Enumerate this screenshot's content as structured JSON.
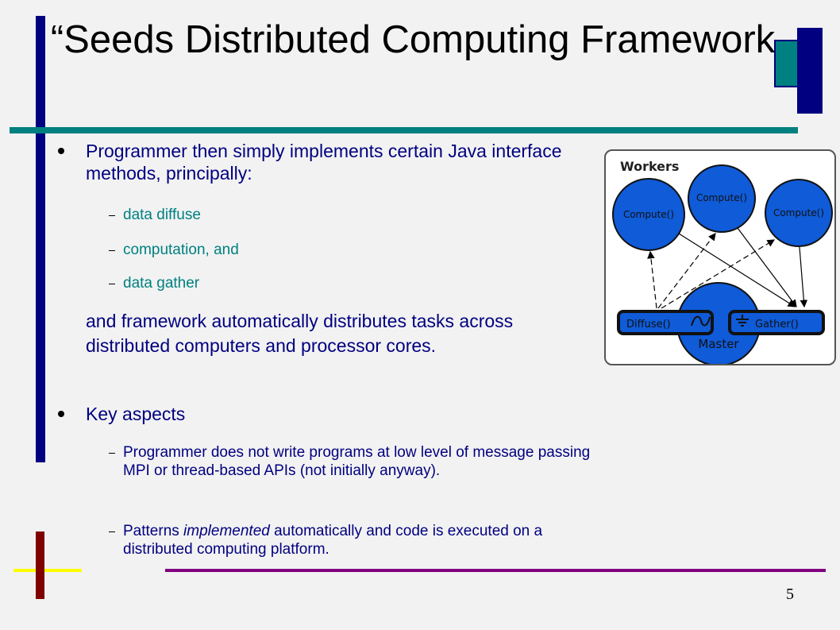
{
  "slide": {
    "title": "“Seeds Distributed Computing Framework",
    "page_number": "5"
  },
  "bullets": [
    {
      "text": "Programmer then simply implements certain Java interface methods, principally:",
      "subitems": [
        "data diffuse",
        "computation, and",
        "data gather"
      ],
      "continuation": "and framework automatically distributes tasks across distributed computers and processor cores."
    },
    {
      "text": "Key aspects",
      "subitems": [
        "Programmer does not write programs at low level of message passing MPI or thread-based APIs (not initially anyway).",
        {
          "before": "Patterns ",
          "emphasis": "implemented",
          "after": " automatically and code is executed on a distributed computing platform."
        }
      ]
    }
  ],
  "diagram": {
    "workers_label": "Workers",
    "worker_left": "Compute()",
    "worker_mid": "Compute()",
    "worker_right": "Compute()",
    "diffuse": "Diffuse()",
    "gather": "Gather()",
    "master": "Master"
  },
  "colors": {
    "navy": "#000080",
    "teal": "#008080",
    "purple": "#800080",
    "dark_red": "#800000",
    "yellow": "#ffff00",
    "node_blue": "#0f5bd8"
  }
}
